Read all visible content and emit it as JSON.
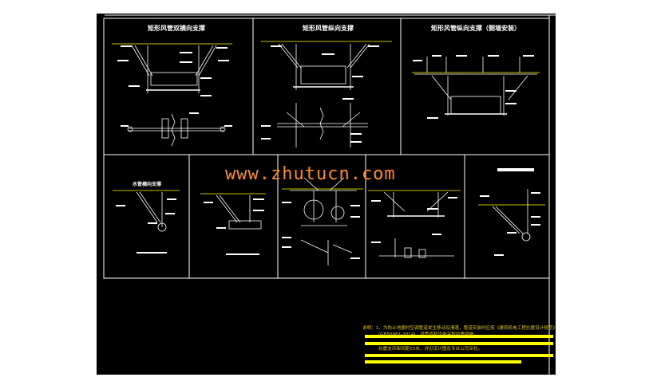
{
  "watermark": "www.zhutucn.com",
  "titles": {
    "t1": "矩形风管双横向支撑",
    "t2": "矩形风管纵向支撑",
    "t3": "矩形风管纵向支撑（侧墙安装）",
    "t4": "水管横向支撑"
  },
  "notes": {
    "line1": "说明：1、为防止地震时空调管道发生移动及滑落，管道安装时应按《建筑机电工程抗震设计规范》",
    "line2": "(GB50981-2014)，对管道和设备采取抗震措施。",
    "line3": "抗震支吊架间距15米，详见设计图及专业公司深化。"
  },
  "colors": {
    "background": "#000000",
    "lines": "#ffffff",
    "highlight": "#ffff00",
    "watermark": "#ff8a2a",
    "note_text": "#d8c21a"
  }
}
